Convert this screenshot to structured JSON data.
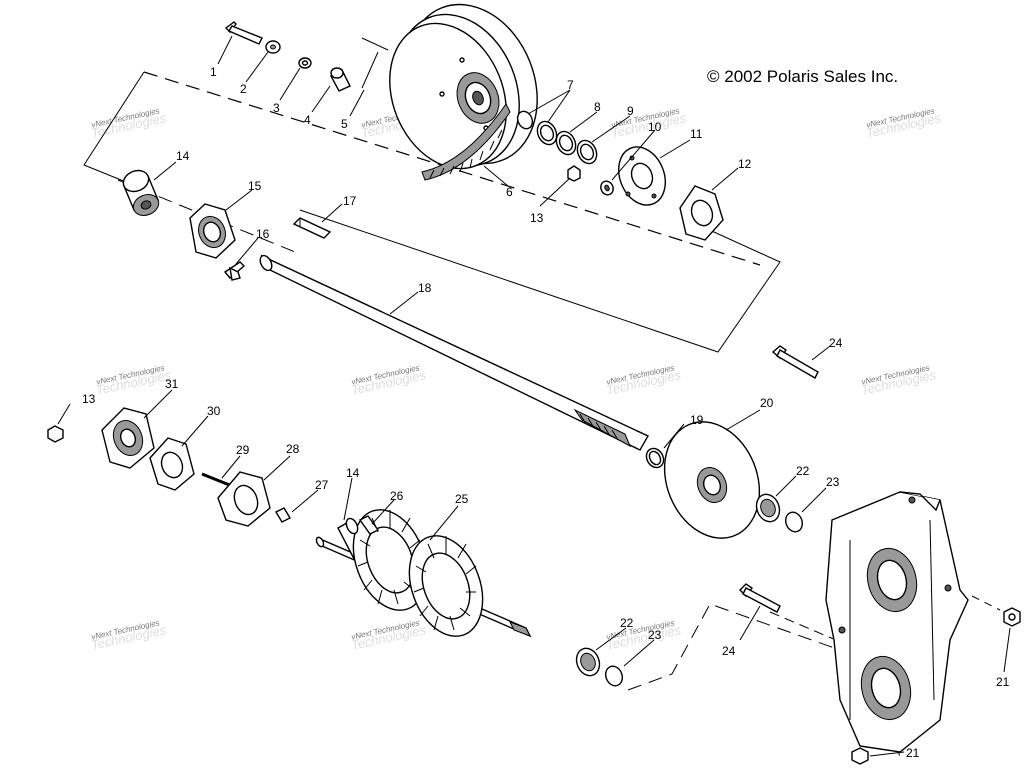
{
  "copyright": "© 2002 Polaris Sales Inc.",
  "watermark": {
    "line1": "vNext Technologies",
    "line2": "Technologies"
  },
  "callouts": [
    "1",
    "2",
    "3",
    "4",
    "5",
    "6",
    "7",
    "8",
    "9",
    "10",
    "11",
    "12",
    "13",
    "14",
    "15",
    "16",
    "17",
    "18",
    "19",
    "20",
    "21",
    "22",
    "23",
    "24",
    "25",
    "26",
    "27",
    "28",
    "29",
    "30",
    "31"
  ]
}
